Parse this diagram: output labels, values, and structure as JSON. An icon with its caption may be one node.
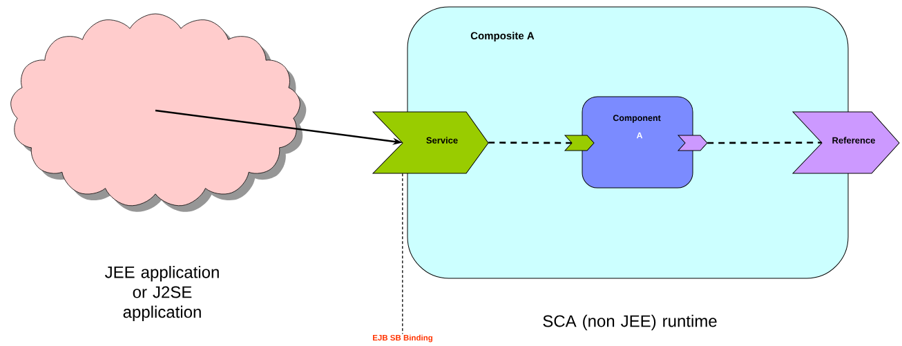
{
  "diagram": {
    "nodes": [
      {
        "text": [
          "Composite A"
        ]
      },
      {
        "text": [],
        "shape": "cloud"
      },
      {
        "text": [
          "Service"
        ]
      },
      {
        "text": [
          "Component",
          "A"
        ],
        "in": 0
      },
      {
        "text": [],
        "shape": "chevron",
        "in": 0
      },
      {
        "text": [],
        "shape": "chevron",
        "in": 0
      },
      {
        "text": [
          "Reference"
        ]
      },
      {
        "text": [
          "EJB SB Binding"
        ]
      }
    ],
    "edges": [
      {
        "from": 1,
        "to": 2,
        "arrow": "to"
      },
      {
        "from": 2,
        "to": 4,
        "arrow": "none",
        "style": "dashed"
      },
      {
        "from": 5,
        "to": 6,
        "arrow": "none",
        "style": "dashed"
      },
      {
        "from": 2,
        "to": 7,
        "arrow": "none",
        "style": "dashed"
      }
    ],
    "labels": [
      "JEE application or J2SE application",
      "SCA (non JEE) runtime"
    ]
  }
}
